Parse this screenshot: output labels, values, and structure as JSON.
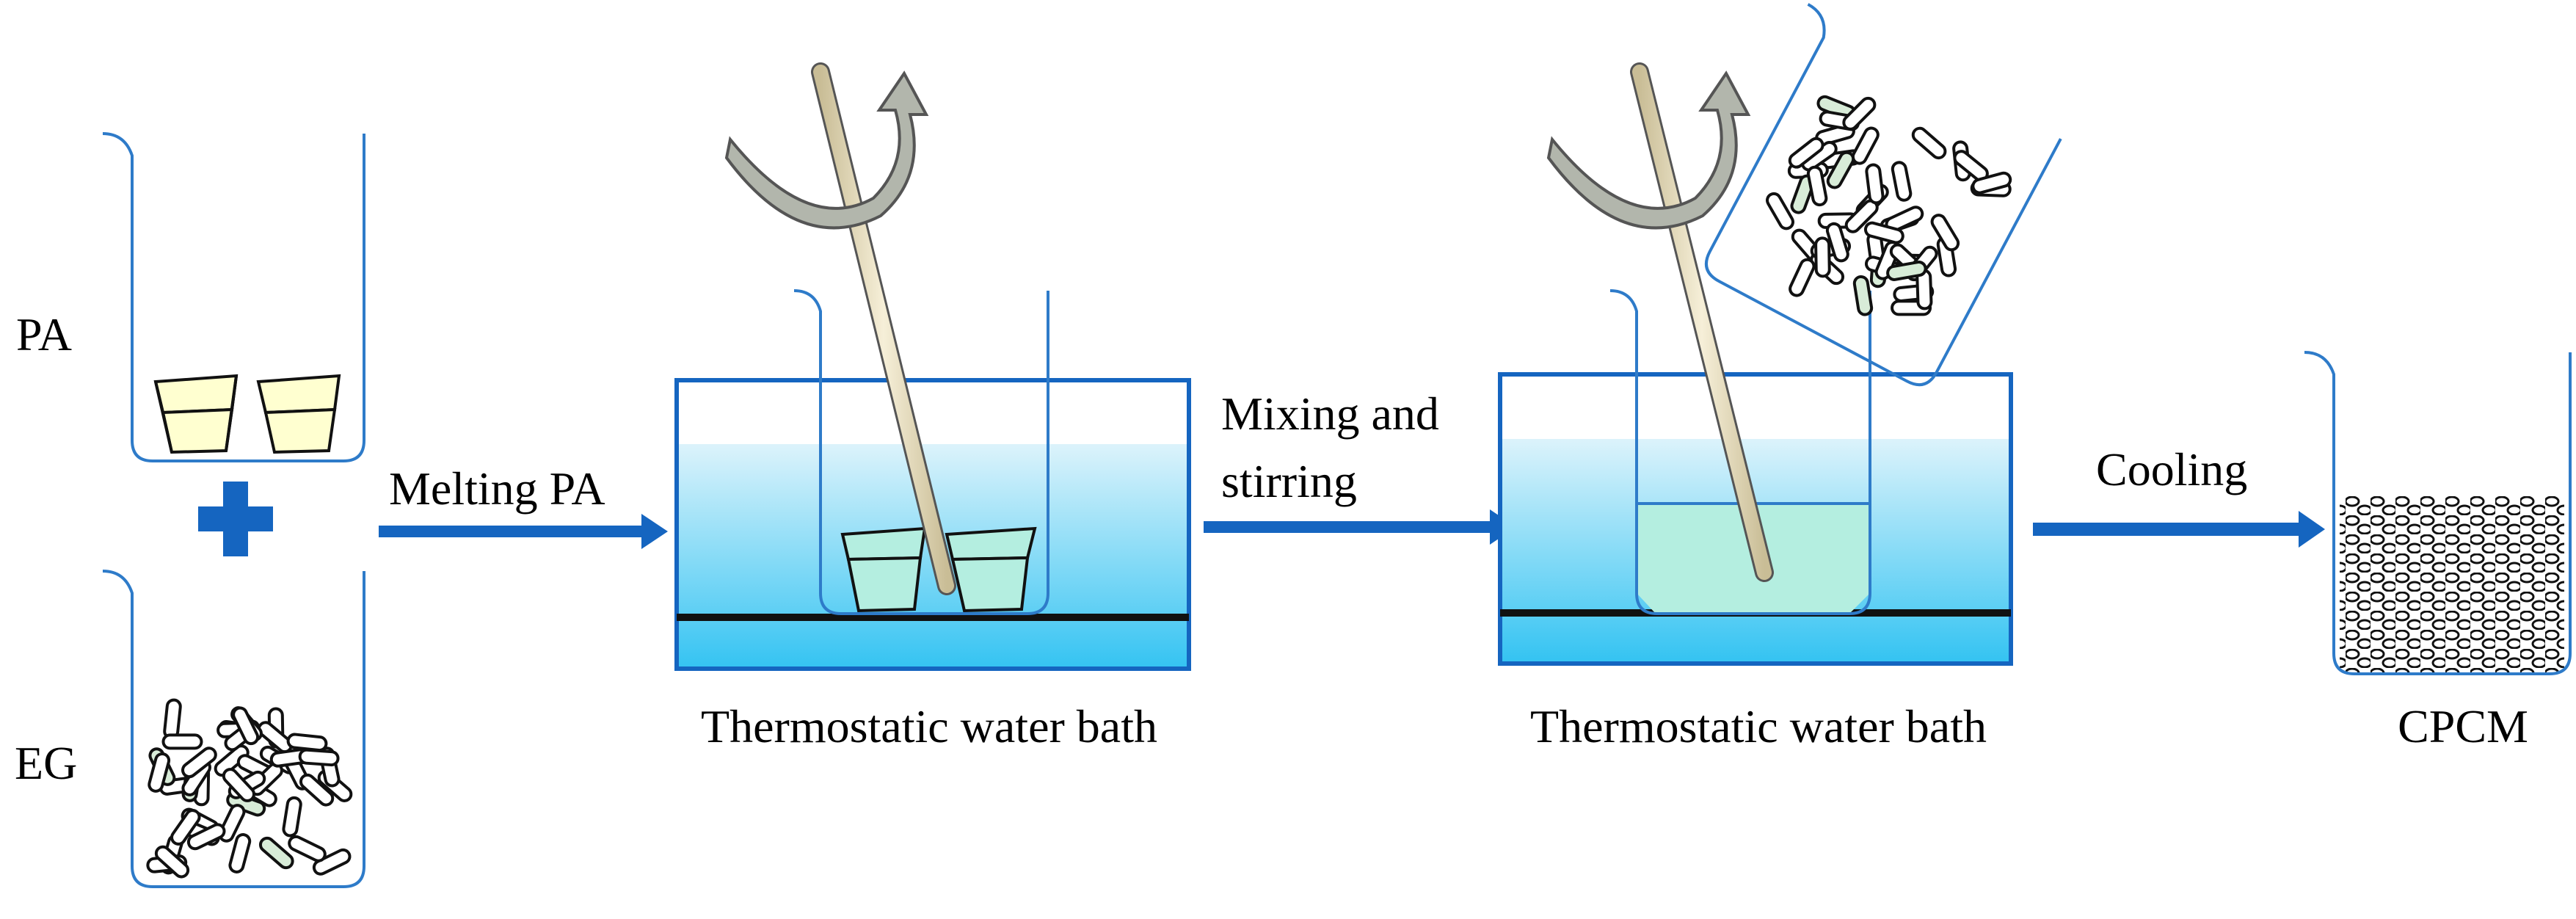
{
  "labels": {
    "pa": "PA",
    "eg": "EG",
    "step1": "Melting PA",
    "step2_line1": "Mixing and",
    "step2_line2": "stirring",
    "step3": "Cooling",
    "bath1": "Thermostatic water bath",
    "bath2": "Thermostatic water bath",
    "product": "CPCM"
  },
  "colors": {
    "outline": "#2E7BC9",
    "arrow": "#1565C0",
    "plus": "#1565C0",
    "water_top": "#DCF3FB",
    "water_bottom": "#33C3F2",
    "pa_solid": "#FFFFD0",
    "molten_pa": "#B4EEE0",
    "stir_rod": "#EEE4C4",
    "rotation_arrow": "#A9ADA2",
    "heater_plate": "#111111"
  }
}
